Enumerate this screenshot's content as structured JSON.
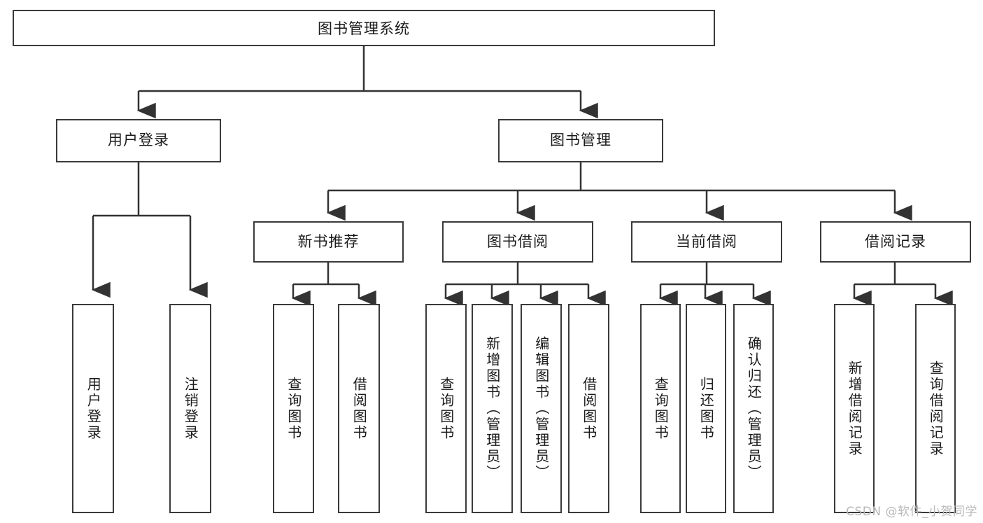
{
  "diagram": {
    "title": "图书管理系统",
    "type": "tree-hierarchy-diagram",
    "colors": {
      "background": "#ffffff",
      "box_border": "#3a3a3a",
      "box_fill": "#ffffff",
      "text": "#1a1a1a",
      "connector": "#333333",
      "watermark": "#b9b9b9"
    },
    "root": {
      "label": "图书管理系统"
    },
    "level2": [
      {
        "label": "用户登录"
      },
      {
        "label": "图书管理"
      }
    ],
    "level3": [
      {
        "label": "新书推荐"
      },
      {
        "label": "图书借阅"
      },
      {
        "label": "当前借阅"
      },
      {
        "label": "借阅记录"
      }
    ],
    "leaves": {
      "user_login": [
        {
          "label": "用户登录"
        },
        {
          "label": "注销登录"
        }
      ],
      "new_book_recommend": [
        {
          "label": "查询图书"
        },
        {
          "label": "借阅图书"
        }
      ],
      "book_borrow": [
        {
          "label": "查询图书"
        },
        {
          "label": "新增图书（管理员）"
        },
        {
          "label": "编辑图书（管理员）"
        },
        {
          "label": "借阅图书"
        }
      ],
      "current_borrow": [
        {
          "label": "查询图书"
        },
        {
          "label": "归还图书"
        },
        {
          "label": "确认归还（管理员）"
        }
      ],
      "borrow_record": [
        {
          "label": "新增借阅记录"
        },
        {
          "label": "查询借阅记录"
        }
      ]
    }
  },
  "watermark": {
    "text": "CSDN @软件_小贺同学"
  }
}
